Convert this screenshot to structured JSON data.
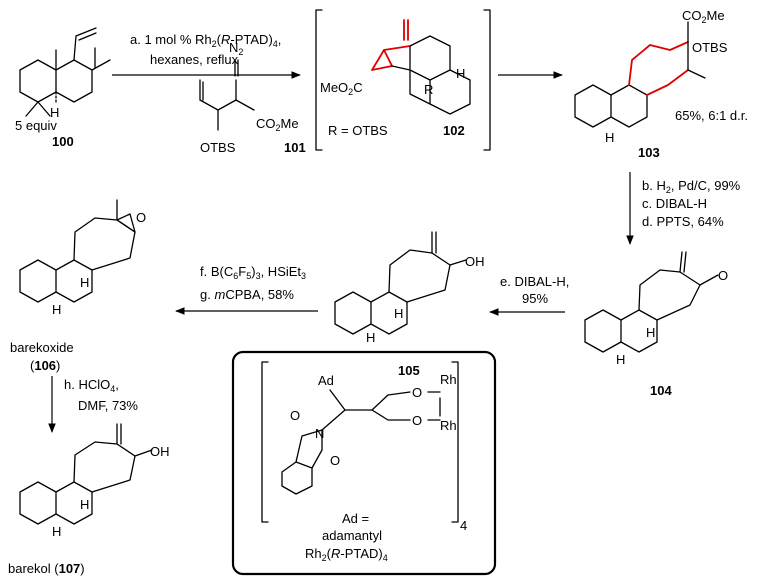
{
  "compounds": {
    "c100": {
      "number": "100",
      "labels": {
        "H": "H"
      }
    },
    "c101": {
      "number": "101",
      "equiv": "5 equiv",
      "labels": {
        "N2": "N",
        "N2_sub": "2",
        "CO2Me": "CO",
        "CO2Me_sub": "2",
        "CO2Me_tail": "Me",
        "OTBS": "OTBS"
      }
    },
    "c102": {
      "number": "102",
      "r_def": "R = OTBS",
      "labels": {
        "MeO2C": "MeO",
        "MeO2C_sub": "2",
        "MeO2C_tail": "C",
        "R": "R",
        "H": "H"
      }
    },
    "c103": {
      "number": "103",
      "yield": "65%, 6:1 d.r.",
      "labels": {
        "CO2Me": "CO",
        "CO2Me_sub": "2",
        "CO2Me_tail": "Me",
        "OTBS": "OTBS",
        "H": "H"
      }
    },
    "c104": {
      "number": "104",
      "labels": {
        "O": "O",
        "H1": "H",
        "H2": "H"
      }
    },
    "c105": {
      "number": "105",
      "labels": {
        "OH": "OH",
        "H1": "H",
        "H2": "H"
      }
    },
    "c106": {
      "name": "barekoxide",
      "number": "106",
      "labels": {
        "O": "O",
        "H1": "H",
        "H2": "H"
      }
    },
    "c107": {
      "name": "barekol",
      "number": "107",
      "labels": {
        "OH": "OH",
        "H1": "H",
        "H2": "H"
      }
    }
  },
  "steps": {
    "step_a": {
      "line1_pre": "a. 1 mol % Rh",
      "line1_sub": "2",
      "line1_paren_open": "(",
      "line1_ital": "R",
      "line1_post": "-PTAD)",
      "line1_sub2": "4",
      "line1_end": ",",
      "line2": "hexanes, reflux"
    },
    "step_bcd": {
      "b_pre": "b. H",
      "b_sub": "2",
      "b_post": ", Pd/C, 99%",
      "c": "c. DIBAL-H",
      "d": "d. PPTS, 64%"
    },
    "step_e": {
      "line1": "e. DIBAL-H,",
      "line2": "95%"
    },
    "step_fg": {
      "f_pre": "f. B(C",
      "f_sub1": "6",
      "f_mid": "F",
      "f_sub2": "5",
      "f_post": ")",
      "f_sub3": "3",
      "f_end": ", HSiEt",
      "f_sub4": "3",
      "g_pre": "g. ",
      "g_ital": "m",
      "g_post": "CPBA, 58%"
    },
    "step_h": {
      "h_pre": "h. HClO",
      "h_sub": "4",
      "h_end": ",",
      "line2": "DMF, 73%"
    }
  },
  "catalyst_box": {
    "ad_label": "Ad",
    "rh_top": "Rh",
    "rh_bottom": "Rh",
    "o_top": "O",
    "o_bottom": "O",
    "o_imide_top": "O",
    "o_imide_bottom": "O",
    "n_label": "N",
    "subscript_4": "4",
    "ad_def_line1": "Ad =",
    "ad_def_line2": "adamantyl",
    "name_pre": "Rh",
    "name_sub": "2",
    "name_open": "(",
    "name_ital": "R",
    "name_post": "-PTAD)",
    "name_sub2": "4"
  }
}
